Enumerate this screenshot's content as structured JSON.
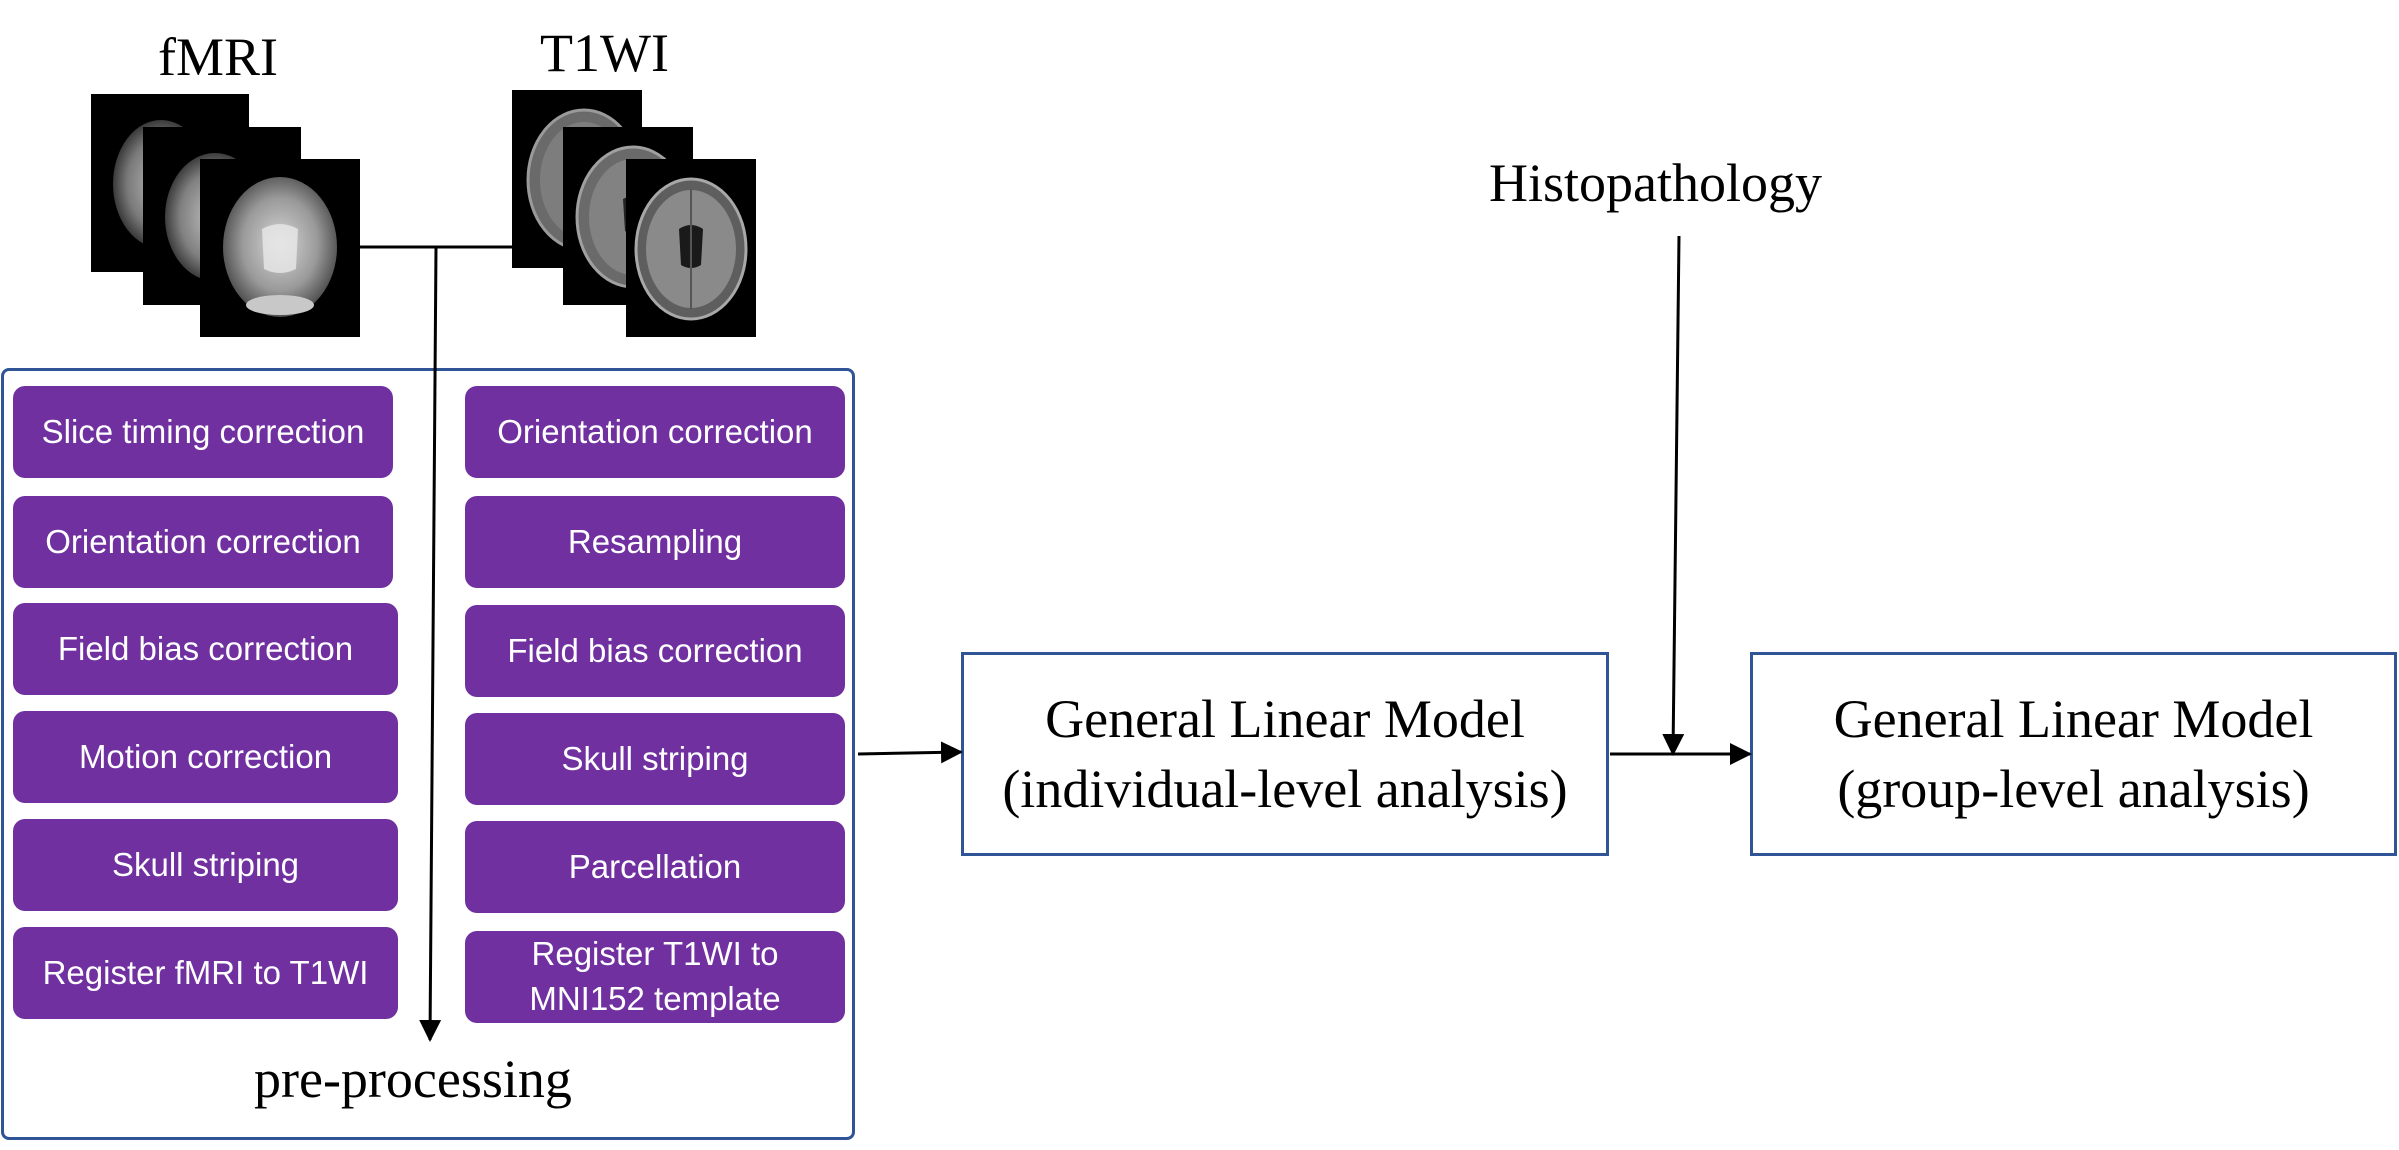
{
  "inputs": {
    "fmri_label": "fMRI",
    "t1wi_label": "T1WI",
    "histopathology_label": "Histopathology"
  },
  "preprocessing": {
    "label": "pre-processing",
    "fmri_steps": [
      "Slice timing correction",
      "Orientation correction",
      "Field bias correction",
      "Motion correction",
      "Skull striping",
      "Register fMRI to T1WI"
    ],
    "t1wi_steps": [
      "Orientation correction",
      "Resampling",
      "Field bias correction",
      "Skull striping",
      "Parcellation",
      "Register T1WI to MNI152 template"
    ]
  },
  "models": {
    "individual": {
      "line1": "General Linear Model",
      "line2": "(individual-level analysis)"
    },
    "group": {
      "line1": "General Linear Model",
      "line2": "(group-level analysis)"
    }
  },
  "colors": {
    "step_fill": "#7030a0",
    "box_border": "#2f5597",
    "arrow": "#000000"
  }
}
